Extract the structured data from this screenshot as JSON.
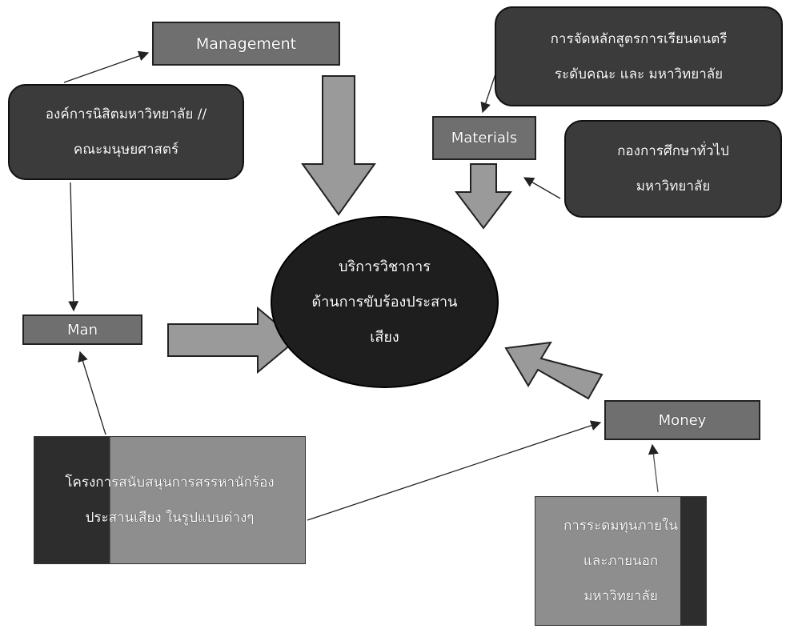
{
  "nodes": {
    "management": "Management",
    "materials": "Materials",
    "man": "Man",
    "money": "Money",
    "center": [
      "บริการวิชาการ",
      "ด้านการขับร้องประสาน",
      "เสียง"
    ],
    "organization": [
      "องค์การนิสิตมหาวิทยาลัย //",
      "คณะมนุษยศาสตร์"
    ],
    "curriculum": [
      "การจัดหลักสูตรการเรียนดนตรี",
      "ระดับคณะ และ มหาวิทยาลัย"
    ],
    "general_education": [
      "กองการศึกษาทั่วไป",
      "มหาวิทยาลัย"
    ],
    "support_project": [
      "โครงการสนับสนุนการสรรหานักร้อง",
      "ประสานเสียง ในรูปแบบต่างๆ"
    ],
    "fundraising": [
      "การระดมทุนภายใน",
      "และภายนอก",
      "มหาวิทยาลัย"
    ]
  },
  "colors": {
    "dark_box": "#3b3b3b",
    "mid_box": "#6f6f6f",
    "light_box": "#8e8e8e",
    "center": "#1e1e1e",
    "block_arrow": "#9a9a9a"
  }
}
